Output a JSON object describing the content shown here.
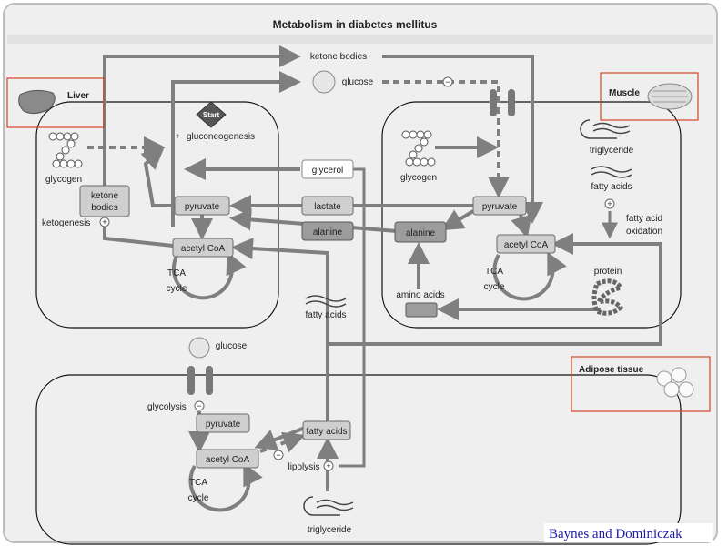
{
  "title": "Metabolism in diabetes mellitus",
  "credit": "Baynes and Dominiczak",
  "tissues": {
    "liver": "Liver",
    "muscle": "Muscle",
    "adipose": "Adipose tissue"
  },
  "blood": {
    "ketone_bodies": "ketone bodies",
    "glucose": "glucose",
    "glycerol": "glycerol",
    "lactate": "lactate",
    "alanine": "alanine",
    "fatty_acids": "fatty acids"
  },
  "liver": {
    "start": "Start",
    "gluconeogenesis": "gluconeogenesis",
    "glycogen": "glycogen",
    "ketone_bodies_1": "ketone",
    "ketone_bodies_2": "bodies",
    "ketogenesis": "ketogenesis",
    "pyruvate": "pyruvate",
    "acetyl_coa": "acetyl CoA",
    "tca_1": "TCA",
    "tca_2": "cycle"
  },
  "muscle": {
    "glycogen": "glycogen",
    "pyruvate": "pyruvate",
    "alanine": "alanine",
    "acetyl_coa": "acetyl CoA",
    "tca_1": "TCA",
    "tca_2": "cycle",
    "amino_acids": "amino acids",
    "triglyceride": "triglyceride",
    "fatty_acids": "fatty acids",
    "fa_oxidation_1": "fatty acid",
    "fa_oxidation_2": "oxidation",
    "protein": "protein"
  },
  "adipose": {
    "glucose": "glucose",
    "glycolysis": "glycolysis",
    "pyruvate": "pyruvate",
    "acetyl_coa": "acetyl CoA",
    "tca_1": "TCA",
    "tca_2": "cycle",
    "fatty_acids": "fatty acids",
    "lipolysis": "lipolysis",
    "triglyceride": "triglyceride"
  },
  "symbols": {
    "plus": "+",
    "minus": "−"
  }
}
